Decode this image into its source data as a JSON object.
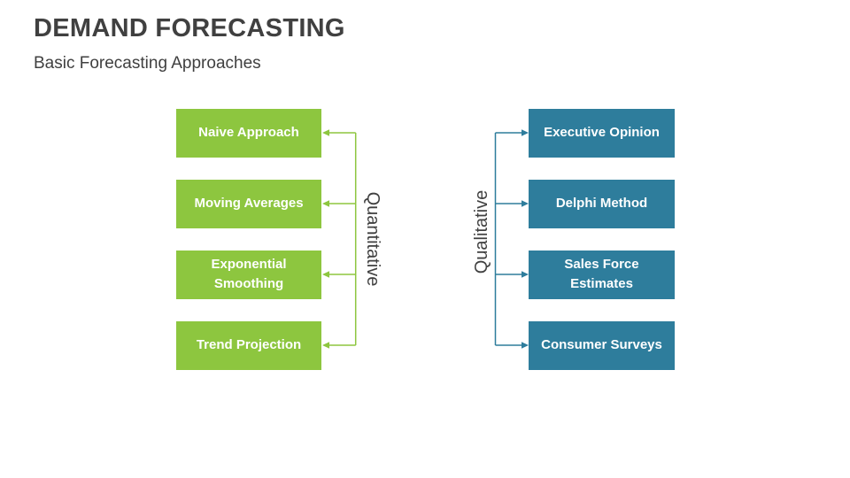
{
  "slide": {
    "title": "DEMAND FORECASTING",
    "subtitle": "Basic Forecasting Approaches"
  },
  "colors": {
    "green": "#8DC63F",
    "teal": "#2E7D9C",
    "ink": "#404040",
    "box_text": "#FFFFFF",
    "background": "#FFFFFF"
  },
  "quantitative": {
    "label": "Quantitative",
    "items": [
      {
        "label": "Naive Approach"
      },
      {
        "label": "Moving Averages"
      },
      {
        "label": "Exponential Smoothing"
      },
      {
        "label": "Trend Projection"
      }
    ]
  },
  "qualitative": {
    "label": "Qualitative",
    "items": [
      {
        "label": "Executive Opinion"
      },
      {
        "label": "Delphi Method"
      },
      {
        "label": "Sales Force Estimates"
      },
      {
        "label": "Consumer Surveys"
      }
    ]
  }
}
